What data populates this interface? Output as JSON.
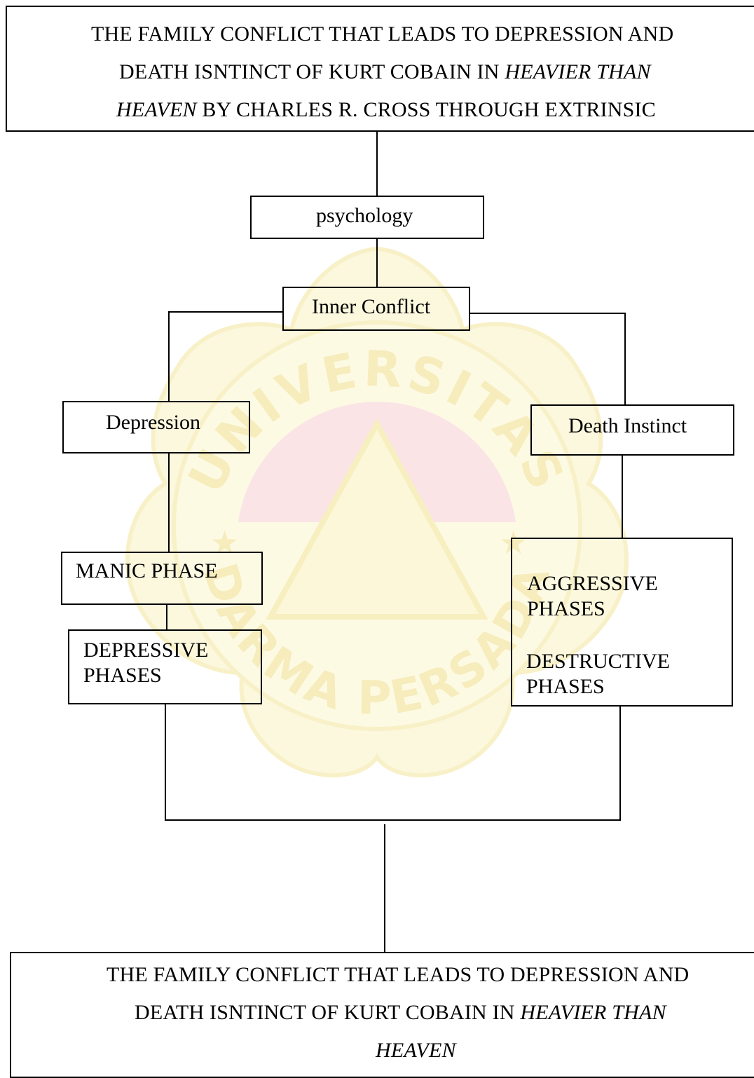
{
  "top_title": {
    "line1": "THE FAMILY CONFLICT THAT LEADS TO DEPRESSION AND",
    "line2_a": "DEATH ISNTINCT OF KURT COBAIN IN ",
    "line2_b": "HEAVIER THAN",
    "line3_a": "HEAVEN",
    "line3_b": " BY CHARLES R. CROSS THROUGH EXTRINSIC"
  },
  "nodes": {
    "psychology": "psychology",
    "inner_conflict": "Inner Conflict",
    "depression": "Depression",
    "death_instinct": "Death Instinct",
    "manic_phase": "MANIC PHASE",
    "depressive_line1": "DEPRESSIVE",
    "depressive_line2": "PHASES",
    "aggressive_line1": "AGGRESSIVE",
    "aggressive_line2": "PHASES",
    "destructive_line1": "DESTRUCTIVE",
    "destructive_line2": "PHASES"
  },
  "bottom_title": {
    "line1": "THE FAMILY CONFLICT THAT LEADS TO DEPRESSION AND",
    "line2_a": "DEATH ISNTINCT OF KURT COBAIN IN ",
    "line2_b": "HEAVIER THAN",
    "line3": "HEAVEN"
  },
  "watermark": {
    "text_top": "UNIVERSITAS",
    "text_bottom": "DARMA PERSADA",
    "color_gold": "#f6eaa0",
    "color_red": "#f6c9cc"
  }
}
